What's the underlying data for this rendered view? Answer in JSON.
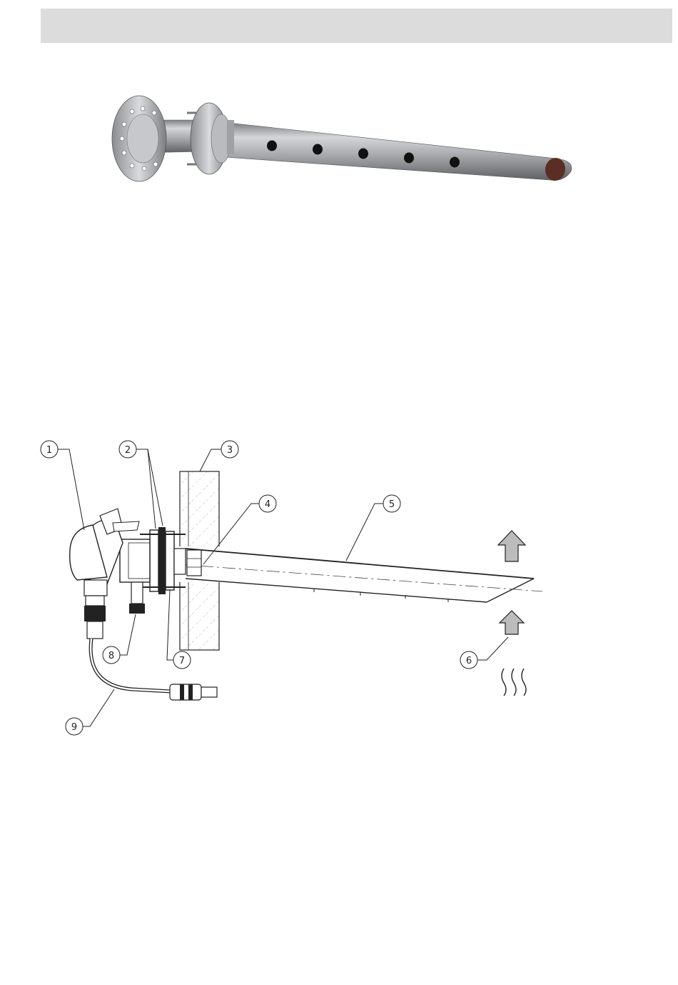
{
  "header": {
    "text": ""
  },
  "photo": {
    "subject": "probe-with-flange-and-perforated-tube"
  },
  "diagram": {
    "callouts": [
      {
        "num": "1"
      },
      {
        "num": "2"
      },
      {
        "num": "3"
      },
      {
        "num": "4"
      },
      {
        "num": "5"
      },
      {
        "num": "6"
      },
      {
        "num": "7"
      },
      {
        "num": "8"
      },
      {
        "num": "9"
      }
    ]
  }
}
